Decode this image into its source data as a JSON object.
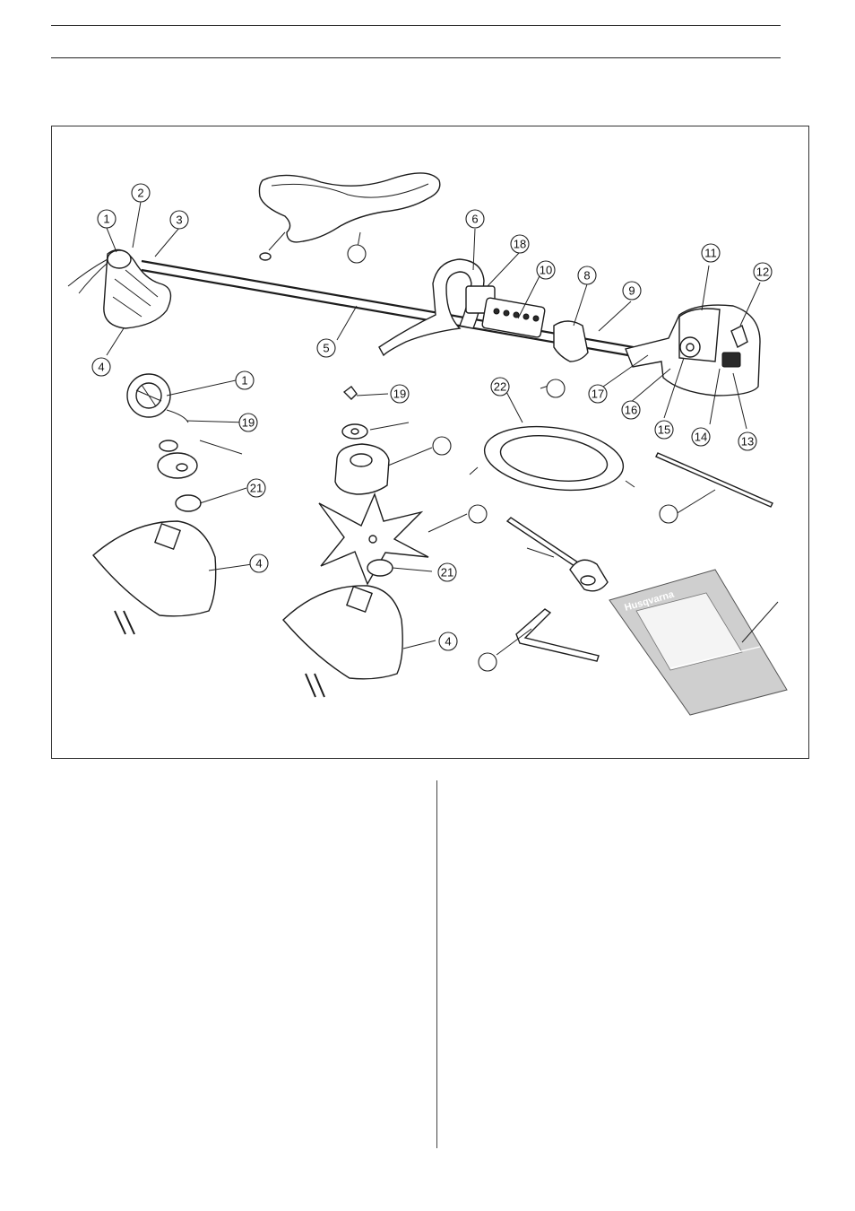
{
  "figure": {
    "callouts": [
      {
        "n": "1"
      },
      {
        "n": "2"
      },
      {
        "n": "3"
      },
      {
        "n": "4"
      },
      {
        "n": "5"
      },
      {
        "n": "6"
      },
      {
        "n": "18"
      },
      {
        "n": "10"
      },
      {
        "n": "8"
      },
      {
        "n": "9"
      },
      {
        "n": "11"
      },
      {
        "n": "12"
      },
      {
        "n": "17"
      },
      {
        "n": "16"
      },
      {
        "n": "15"
      },
      {
        "n": "14"
      },
      {
        "n": "13"
      },
      {
        "n": "1"
      },
      {
        "n": "19"
      },
      {
        "n": "21"
      },
      {
        "n": "4"
      },
      {
        "n": "19"
      },
      {
        "n": "21"
      },
      {
        "n": "4"
      },
      {
        "n": "22"
      },
      {
        "n": ""
      },
      {
        "n": ""
      },
      {
        "n": ""
      },
      {
        "n": ""
      },
      {
        "n": ""
      },
      {
        "n": ""
      }
    ],
    "manual_brand": "Husqvarna"
  }
}
